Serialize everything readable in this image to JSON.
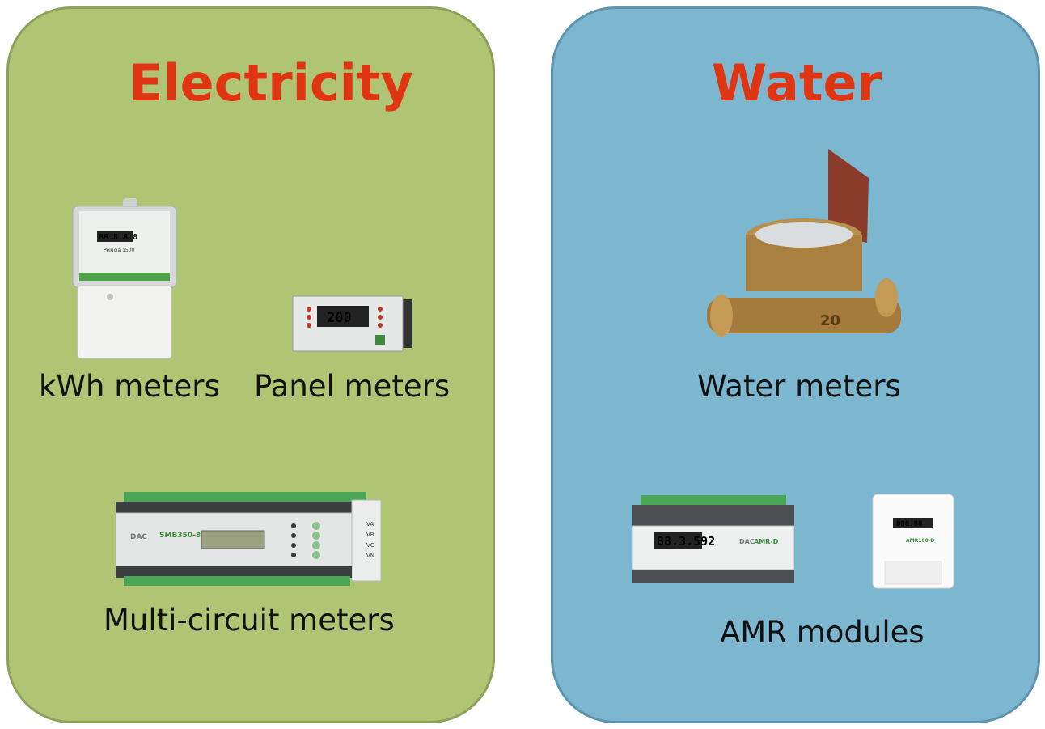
{
  "electricity": {
    "title": "Electricity",
    "captions": {
      "kwh": "kWh meters",
      "panel": "Panel meters",
      "multi": "Multi-circuit meters"
    },
    "kwh_device": {
      "display": "88.8.8.8",
      "model": "Pelucia 1500"
    },
    "panel_device": {
      "display": "200"
    },
    "multi_device": {
      "brand": "DAC",
      "model": "SMB350-8",
      "phases": [
        "VA",
        "VB",
        "VC",
        "VN"
      ]
    }
  },
  "water": {
    "title": "Water",
    "captions": {
      "meters": "Water meters",
      "amr": "AMR modules"
    },
    "meter_device": {
      "dial": "20"
    },
    "amr_device": {
      "display": "88.3.592",
      "brand": "DAC",
      "model": "AMR-D"
    },
    "amr100_device": {
      "model": "AMR100-D"
    }
  },
  "colors": {
    "title": "#e03512",
    "electricity_bg": "#b0c574",
    "water_bg": "#7db6cf"
  }
}
